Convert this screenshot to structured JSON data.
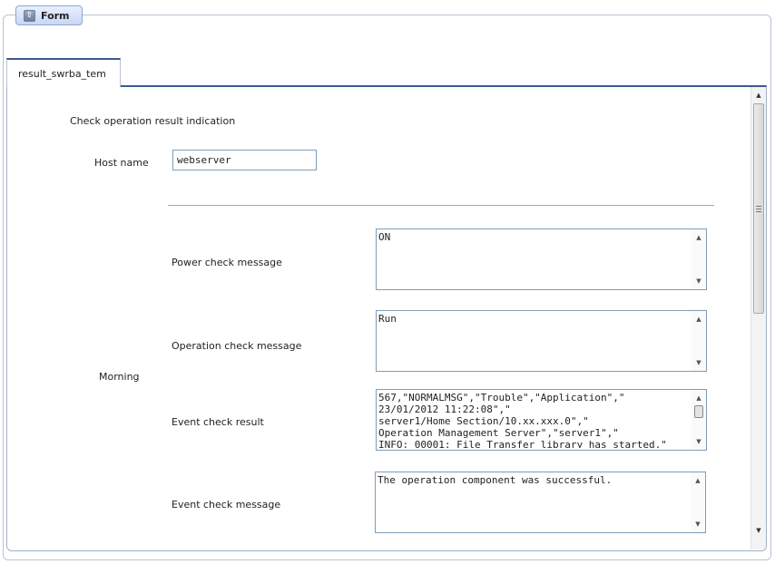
{
  "form_tab": {
    "label": "Form",
    "icon": "collapse-up-icon"
  },
  "tab": {
    "label": "result_swrba_tem"
  },
  "section": {
    "title": "Check operation result indication",
    "host_label": "Host name",
    "host_value": "webserver",
    "group_label": "Morning"
  },
  "fields": {
    "power_label": "Power check message",
    "power_value": "ON",
    "operation_label": "Operation check message",
    "operation_value": "Run",
    "event_result_label": "Event check result",
    "event_result_value": "567,\"NORMALMSG\",\"Trouble\",\"Application\",\"\n23/01/2012 11:22:08\",\"\nserver1/Home Section/10.xx.xxx.0\",\"\nOperation Management Server\",\"server1\",\"\nINFO: 00001: File Transfer library has started.\"",
    "event_message_label": "Event check message",
    "event_message_value": "The operation component was successful."
  },
  "icons": {
    "scroll_up": "▲",
    "scroll_down": "▼"
  }
}
